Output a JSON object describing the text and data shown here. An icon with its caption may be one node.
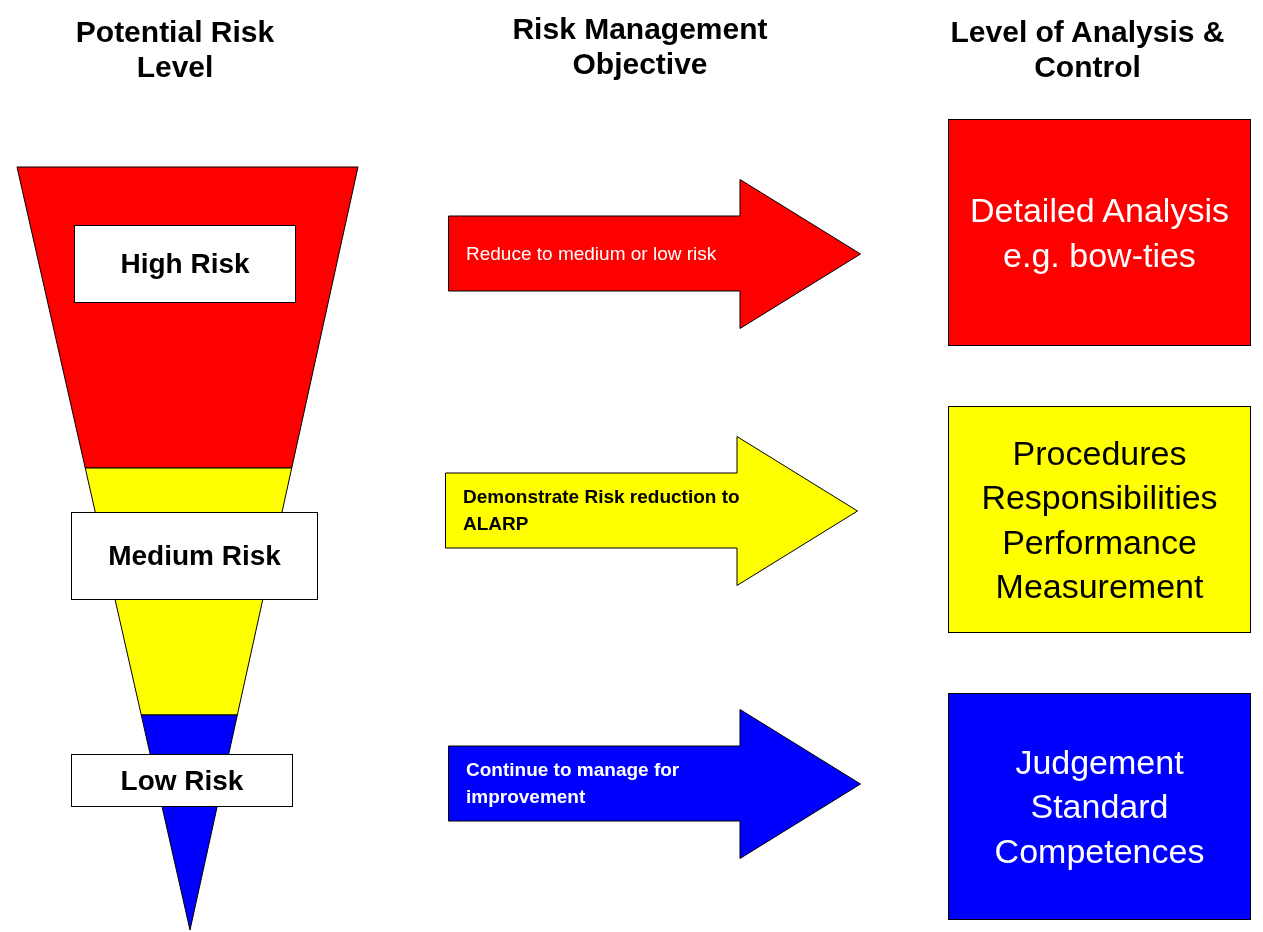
{
  "diagram": {
    "nodes": [
      {
        "text": [
          "High Risk"
        ]
      },
      {
        "text": [
          "Medium Risk"
        ]
      },
      {
        "text": [
          "Low Risk"
        ]
      },
      {
        "text": [
          "Reduce to medium or low risk"
        ]
      },
      {
        "text": [
          "Demonstrate Risk reduction to ALARP"
        ]
      },
      {
        "text": [
          "Continue to manage for improvement"
        ]
      },
      {
        "text": [
          "Detailed Analysis",
          "e.g. bow-ties"
        ]
      },
      {
        "text": [
          "Procedures",
          "Responsibilities",
          "Performance",
          "Measurement"
        ]
      },
      {
        "text": [
          "Judgement",
          "Standard",
          "Competences"
        ]
      }
    ],
    "labels": [
      "Potential Risk Level",
      "Risk Management Objective",
      "Level of Analysis & Control"
    ]
  }
}
